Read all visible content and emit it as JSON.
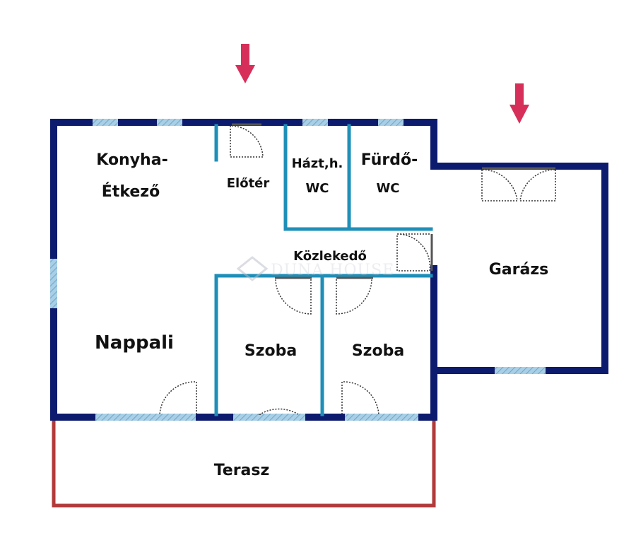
{
  "rooms": {
    "konyha_line1": "Konyha-",
    "konyha_line2": "Étkező",
    "eloter": "Előtér",
    "haztb_line1": "Házt,h.",
    "haztb_line2": "WC",
    "furdo_line1": "Fürdő-",
    "furdo_line2": "WC",
    "kozlekedo": "Közlekedő",
    "garazs": "Garázs",
    "nappali": "Nappali",
    "szoba_left": "Szoba",
    "szoba_right": "Szoba",
    "terasz": "Terasz"
  },
  "watermark": "DUNA HOUSE",
  "colors": {
    "outer_wall": "#0d1b6e",
    "inner_wall": "#1f8fb8",
    "window": "#a8cfe6",
    "terrace": "#b23a3a",
    "entrance_arrow": "#d6305a",
    "door_swing": "#333333"
  },
  "icons": {
    "entrance_marker": "arrow-down-icon"
  }
}
